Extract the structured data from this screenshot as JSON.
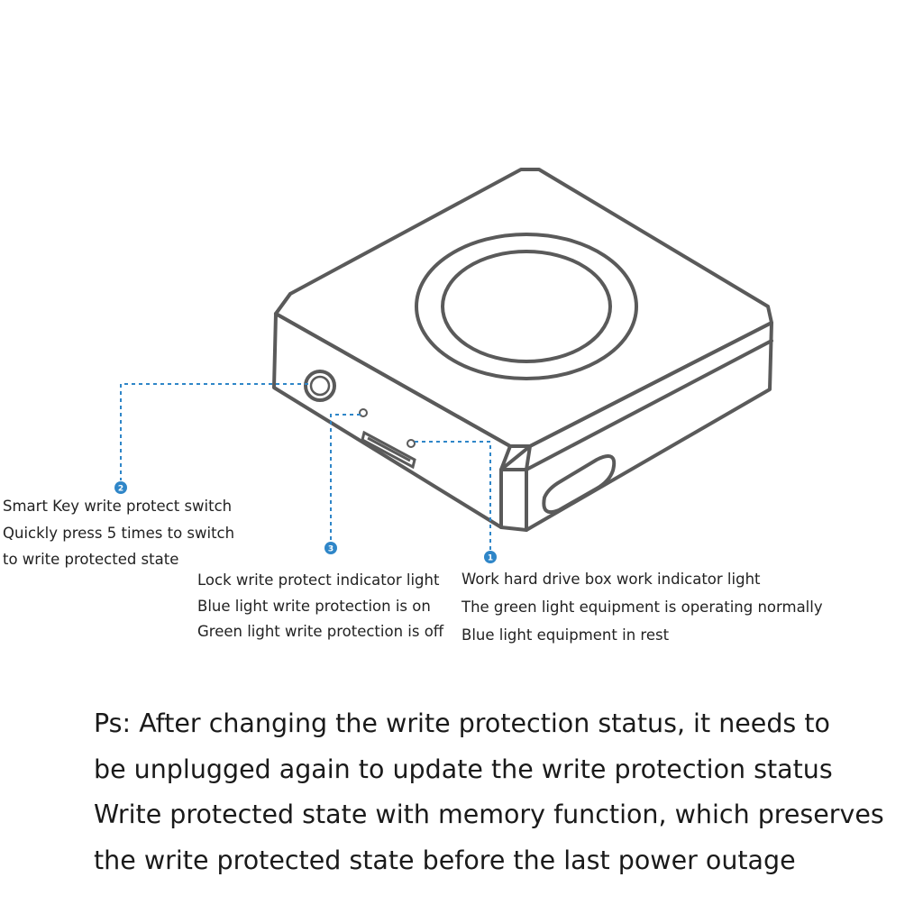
{
  "colors": {
    "outline": "#5a5a5a",
    "leader": "#2f86c8",
    "badge": "#2f86c8",
    "text": "#222222"
  },
  "icons": [
    "usb-c-port-icon",
    "smart-key-button-icon"
  ],
  "callouts": [
    {
      "number": "1",
      "lines": [
        "Work hard drive box work indicator light",
        "The green light equipment is operating normally",
        "Blue light equipment in rest"
      ]
    },
    {
      "number": "2",
      "lines": [
        "Smart Key write protect switch",
        "Quickly press 5 times to switch",
        "to write protected state"
      ]
    },
    {
      "number": "3",
      "lines": [
        "Lock write protect indicator light",
        "Blue light write protection is on",
        "Green light write protection is off"
      ]
    }
  ],
  "note": {
    "lines": [
      "Ps: After changing the write protection status, it needs to",
      "be unplugged again to update the write protection status",
      "Write protected state with memory function, which preserves",
      "the write protected state before the last power outage"
    ]
  }
}
